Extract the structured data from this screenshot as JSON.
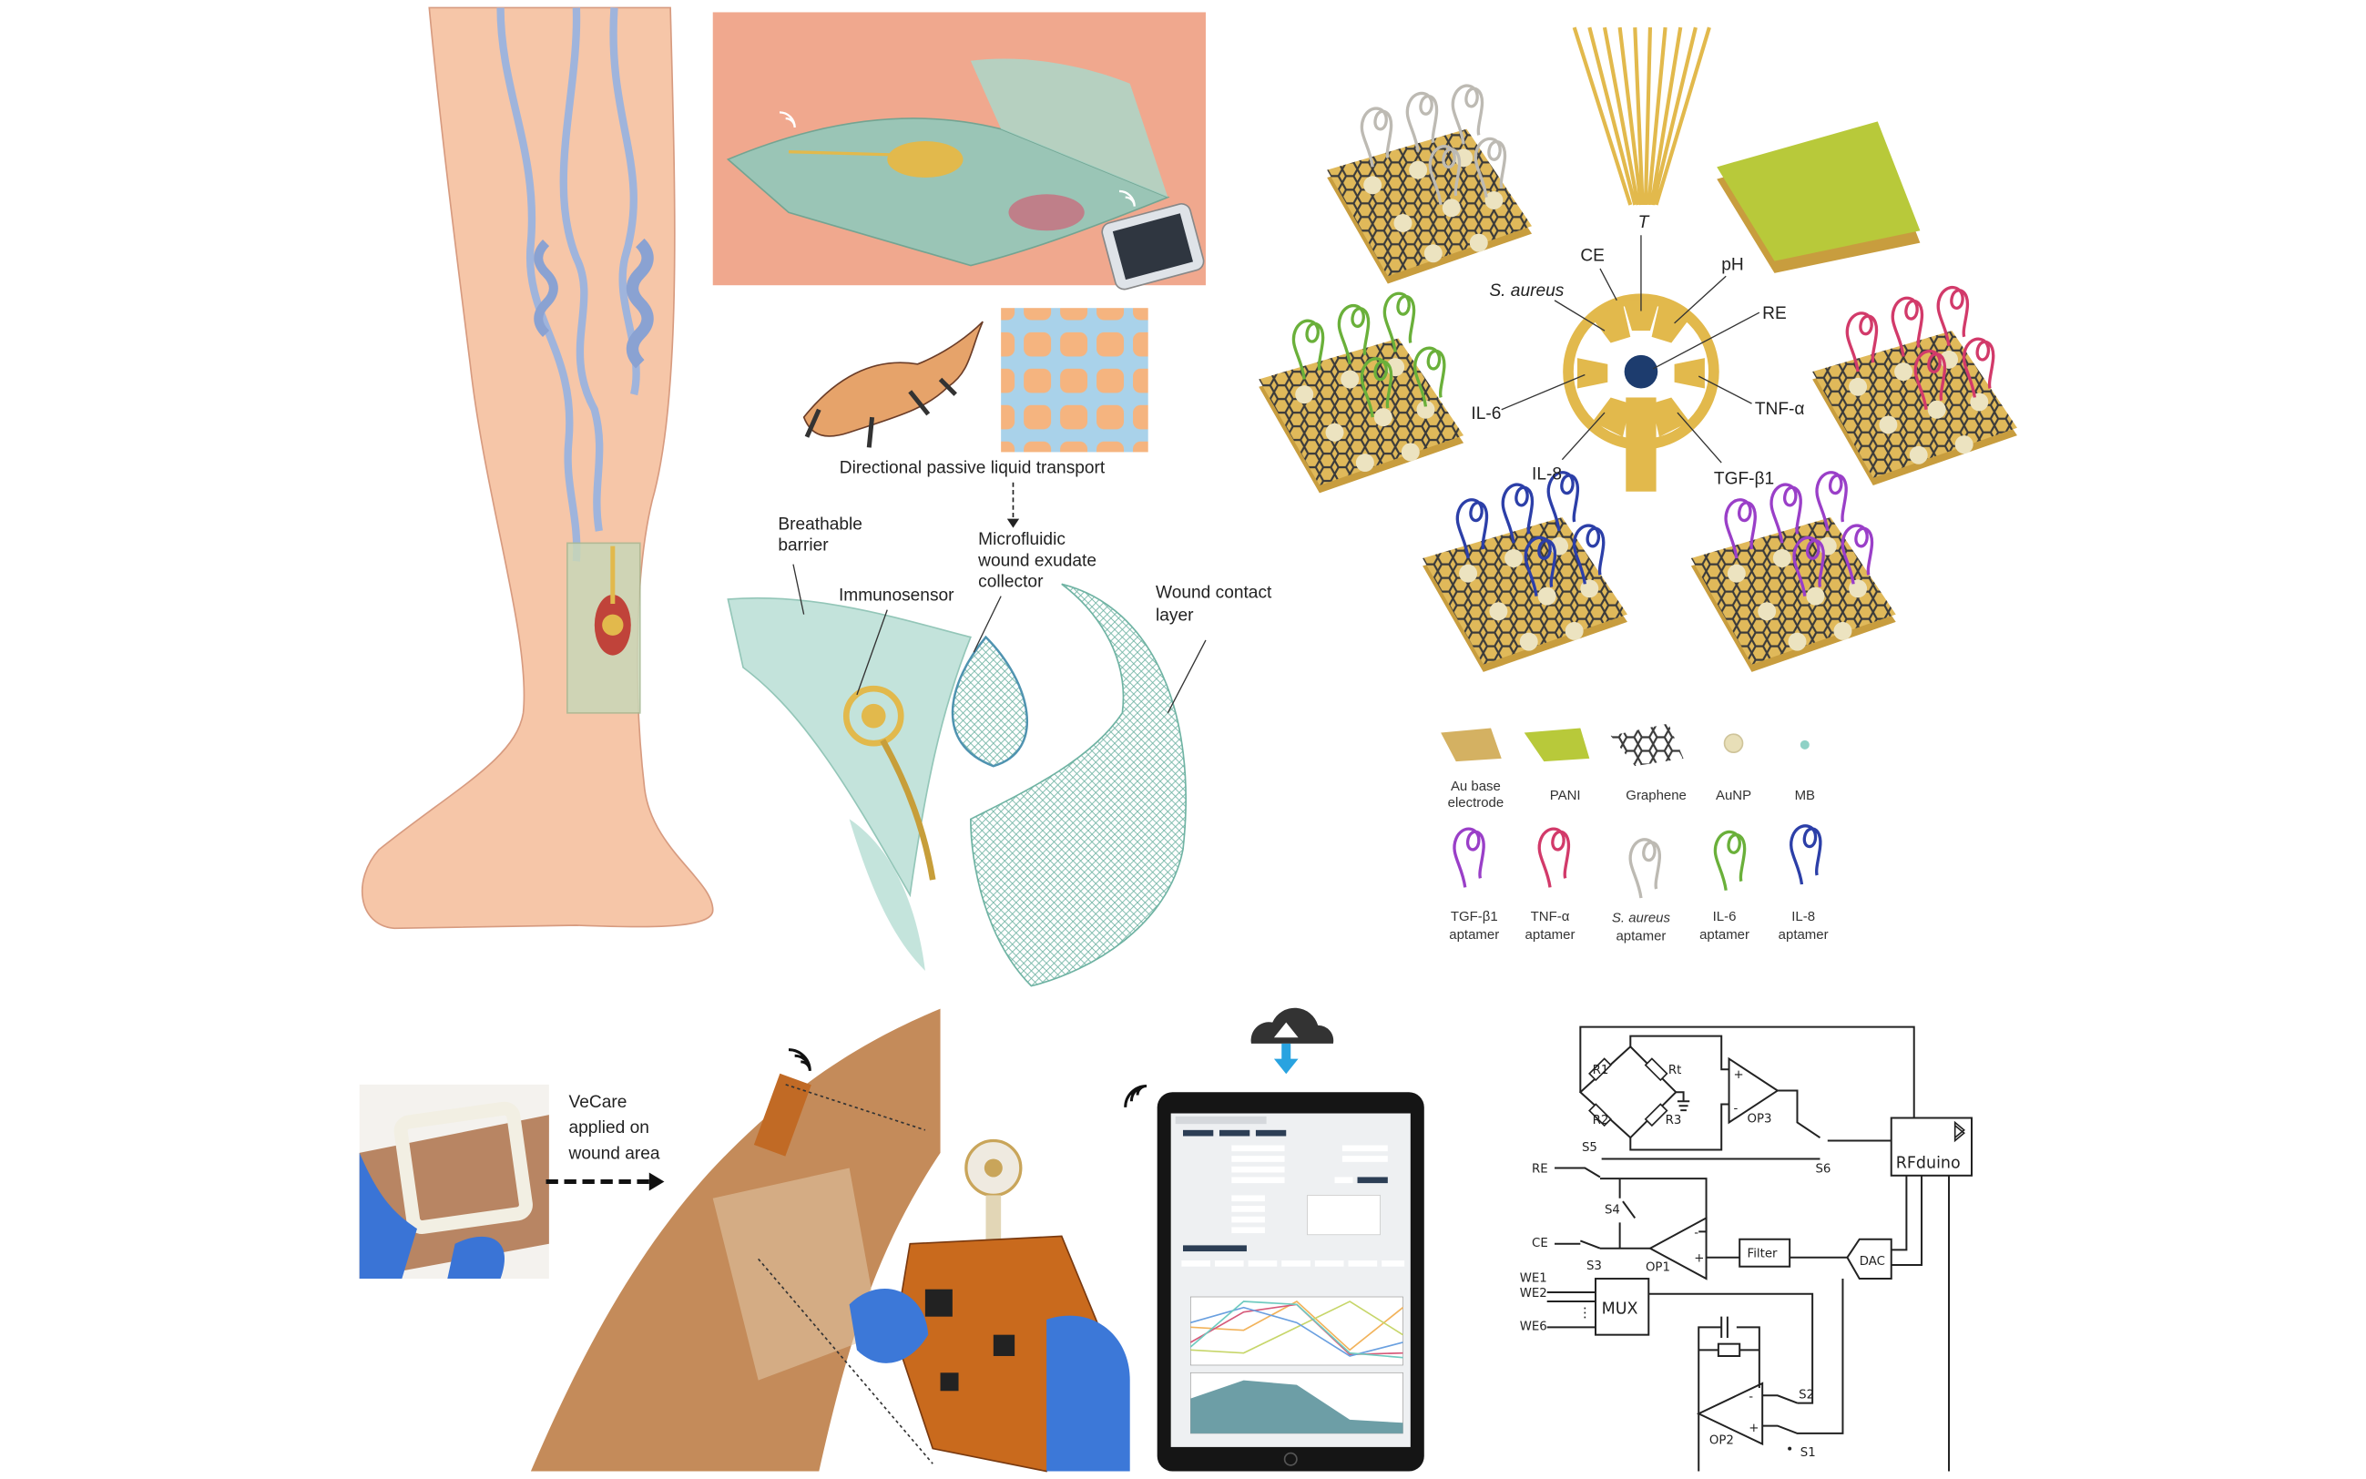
{
  "panel_a": {
    "transport_caption": "Directional passive liquid transport",
    "labels": {
      "breathable_barrier": [
        "Breathable",
        "barrier"
      ],
      "immunosensor": "Immunosensor",
      "collector": [
        "Microfluidic",
        "wound exudate",
        "collector"
      ],
      "contact_layer": [
        "Wound contact",
        "layer"
      ]
    }
  },
  "panel_b": {
    "electrode_labels": {
      "t": "T",
      "ce": "CE",
      "ph": "pH",
      "re": "RE",
      "s_aureus": "S. aureus",
      "il6": "IL-6",
      "tnf": "TNF-α",
      "il8": "IL-8",
      "tgf": "TGF-β1"
    },
    "legend_materials": [
      {
        "label": [
          "Au base",
          "electrode"
        ],
        "color": "#d4b162"
      },
      {
        "label": [
          "PANI"
        ],
        "color": "#b8c93a"
      },
      {
        "label": [
          "Graphene"
        ],
        "color": "#444444"
      },
      {
        "label": [
          "AuNP"
        ],
        "color": "#e8dfb8"
      },
      {
        "label": [
          "MB"
        ],
        "color": "#8fd1c6"
      }
    ],
    "legend_aptamers": [
      {
        "label": [
          "TGF-β1",
          "aptamer"
        ],
        "color": "#9a3fc8"
      },
      {
        "label": [
          "TNF-α",
          "aptamer"
        ],
        "color": "#d23a6a"
      },
      {
        "label": [
          "S. aureus",
          "aptamer"
        ],
        "color": "#bdbab3"
      },
      {
        "label": [
          "IL-6",
          "aptamer"
        ],
        "color": "#6ab03a"
      },
      {
        "label": [
          "IL-8",
          "aptamer"
        ],
        "color": "#2c3fa8"
      }
    ]
  },
  "panel_c": {
    "caption": [
      "VeCare",
      "applied on",
      "wound area"
    ]
  },
  "circuit": {
    "r1a": "R1",
    "r1b": "Rt",
    "r2": "R2",
    "r3": "R3",
    "op3": "OP3",
    "op1": "OP1",
    "op2": "OP2",
    "s1": "S1",
    "s2": "S2",
    "s3": "S3",
    "s4": "S4",
    "s5": "S5",
    "s6": "S6",
    "re": "RE",
    "ce": "CE",
    "we1": "WE1",
    "we2": "WE2",
    "we6": "WE6",
    "mux": "MUX",
    "filter": "Filter",
    "dac": "DAC",
    "rfduino": "RFduino"
  },
  "colors": {
    "skin": "#f6c6a8",
    "vein": "#9fb4dc",
    "gold": "#e2b94c",
    "teal": "#9fd4c8",
    "navy": "#1d3c6e"
  }
}
